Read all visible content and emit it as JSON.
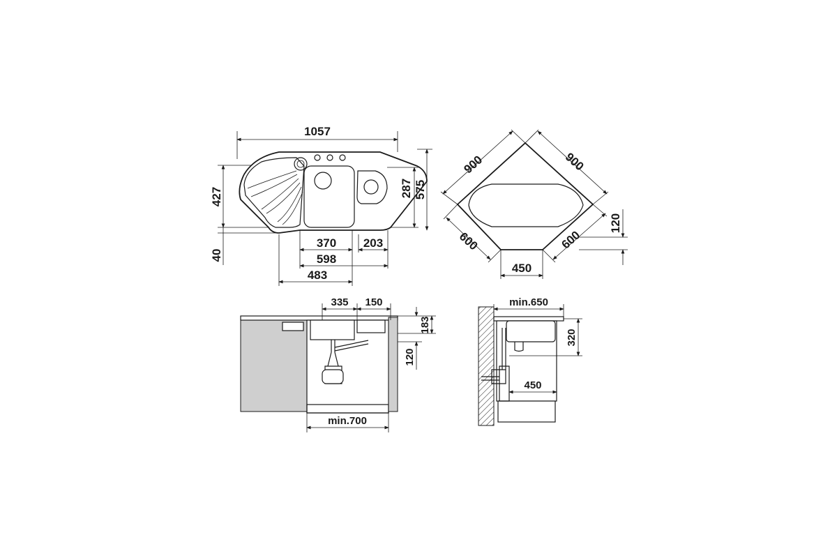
{
  "top_view": {
    "width_total": "1057",
    "height_left": "427",
    "offset_40": "40",
    "bowl_370": "370",
    "bowl_203": "203",
    "span_598": "598",
    "span_483": "483",
    "right_287": "287",
    "right_575": "575"
  },
  "corner_view": {
    "side_left": "900",
    "side_right": "900",
    "leg_left": "600",
    "leg_right": "600",
    "front_450": "450",
    "depth_120": "120"
  },
  "front_section": {
    "bowl_335": "335",
    "bowl_150": "150",
    "height_183": "183",
    "height_120": "120",
    "cabinet_min": "min.700"
  },
  "side_section": {
    "cabinet_min": "min.650",
    "height_320": "320",
    "depth_450": "450"
  }
}
